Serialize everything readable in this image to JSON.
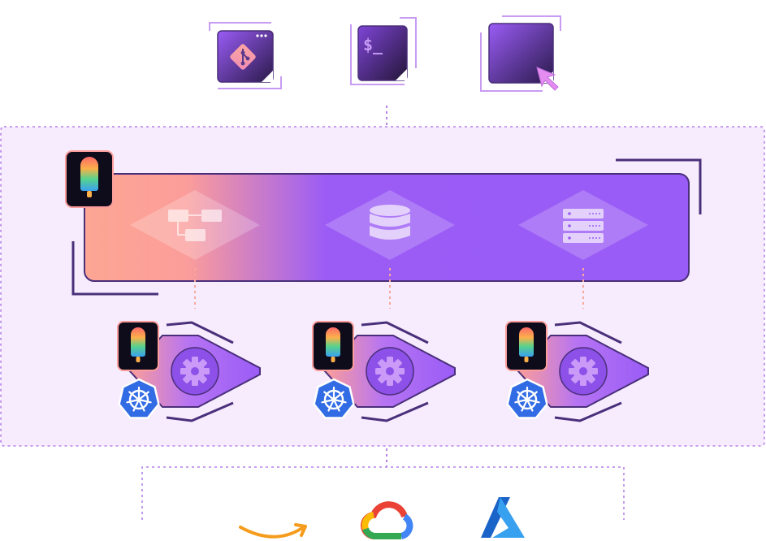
{
  "diagram": {
    "entry_points": [
      {
        "name": "git",
        "icon": "git-icon"
      },
      {
        "name": "terminal",
        "icon": "terminal-icon",
        "glyph": "$_"
      },
      {
        "name": "ui",
        "icon": "cursor-icon"
      }
    ],
    "platform": {
      "logo": "popsicle-logo",
      "services": [
        {
          "icon": "workflow-icon"
        },
        {
          "icon": "database-icon"
        },
        {
          "icon": "server-icon"
        }
      ]
    },
    "agents": [
      {
        "logo": "popsicle-logo",
        "platform_icon": "kubernetes-icon",
        "core_icon": "gear-icon"
      },
      {
        "logo": "popsicle-logo",
        "platform_icon": "kubernetes-icon",
        "core_icon": "gear-icon"
      },
      {
        "logo": "popsicle-logo",
        "platform_icon": "kubernetes-icon",
        "core_icon": "gear-icon"
      }
    ],
    "clouds": [
      {
        "icon": "aws-icon"
      },
      {
        "icon": "google-cloud-icon"
      },
      {
        "icon": "azure-icon"
      }
    ],
    "colors": {
      "container_bg": "#f6ecfd",
      "dashed": "#b681e8",
      "orange": "#f8a799",
      "purple": "#9a5cf6",
      "dark_outline": "#4a2f7a",
      "k8s_blue": "#326ce5"
    }
  }
}
